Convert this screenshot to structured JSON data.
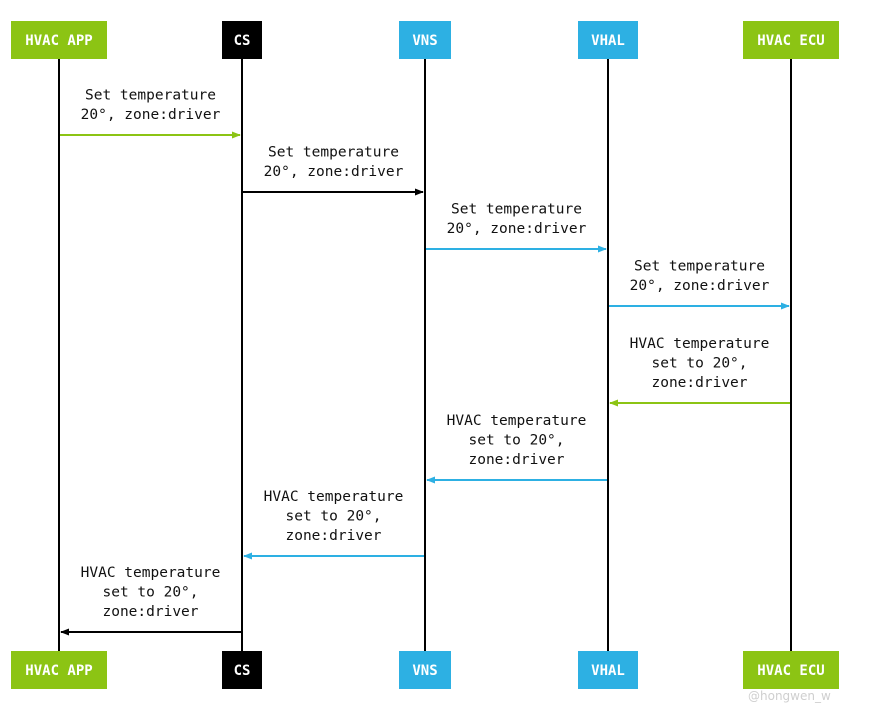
{
  "participants": [
    {
      "id": "hvac_app",
      "label": "HVAC APP",
      "color": "#8cc414"
    },
    {
      "id": "cs",
      "label": "CS",
      "color": "#000000"
    },
    {
      "id": "vns",
      "label": "VNS",
      "color": "#2db0e3"
    },
    {
      "id": "vhal",
      "label": "VHAL",
      "color": "#2db0e3"
    },
    {
      "id": "hvac_ecu",
      "label": "HVAC ECU",
      "color": "#8cc414"
    }
  ],
  "messages": [
    {
      "from": "hvac_app",
      "to": "cs",
      "color": "#8cc414",
      "lines": [
        "Set temperature",
        "20°, zone:driver"
      ]
    },
    {
      "from": "cs",
      "to": "vns",
      "color": "#000000",
      "lines": [
        "Set temperature",
        "20°, zone:driver"
      ]
    },
    {
      "from": "vns",
      "to": "vhal",
      "color": "#2db0e3",
      "lines": [
        "Set temperature",
        "20°, zone:driver"
      ]
    },
    {
      "from": "vhal",
      "to": "hvac_ecu",
      "color": "#2db0e3",
      "lines": [
        "Set temperature",
        "20°, zone:driver"
      ]
    },
    {
      "from": "hvac_ecu",
      "to": "vhal",
      "color": "#8cc414",
      "lines": [
        "HVAC temperature",
        "set to 20°,",
        "zone:driver"
      ]
    },
    {
      "from": "vhal",
      "to": "vns",
      "color": "#2db0e3",
      "lines": [
        "HVAC temperature",
        "set to 20°,",
        "zone:driver"
      ]
    },
    {
      "from": "vns",
      "to": "cs",
      "color": "#2db0e3",
      "lines": [
        "HVAC temperature",
        "set to 20°,",
        "zone:driver"
      ]
    },
    {
      "from": "cs",
      "to": "hvac_app",
      "color": "#000000",
      "lines": [
        "HVAC temperature",
        "set to 20°,",
        "zone:driver"
      ]
    }
  ],
  "watermark": "@hongwen_w"
}
